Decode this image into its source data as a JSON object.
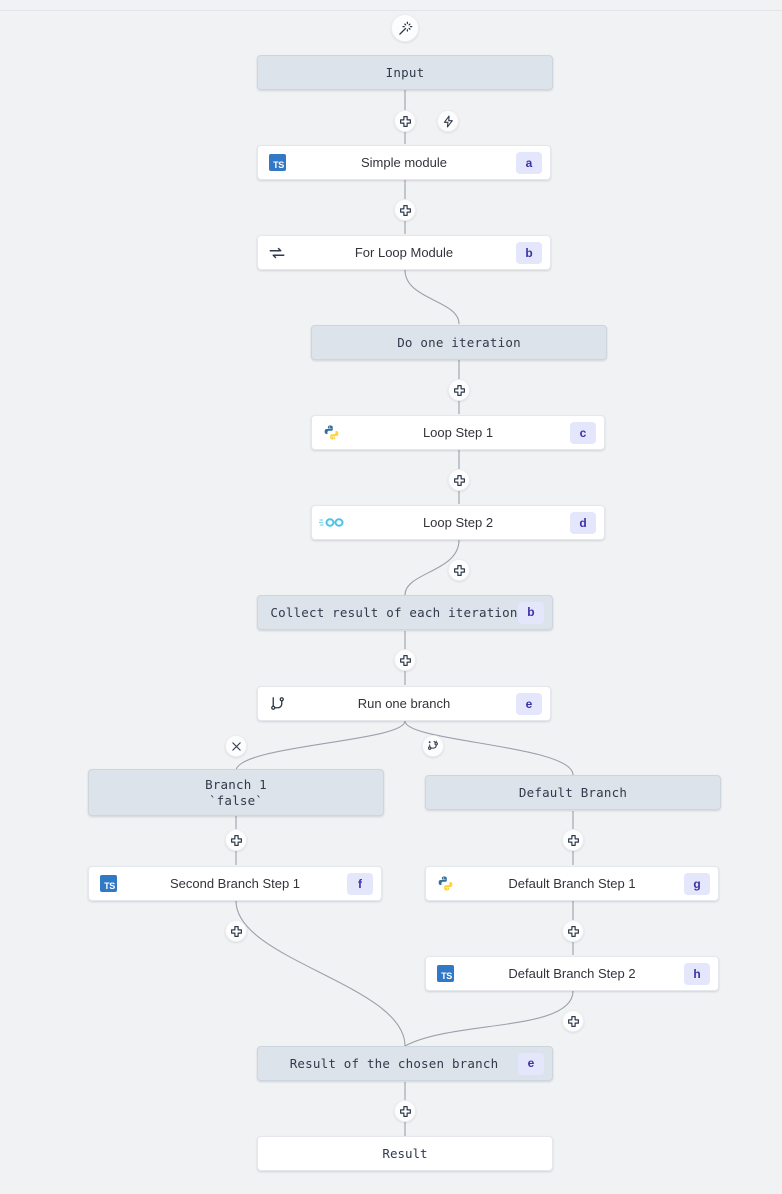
{
  "graph": {
    "title": "Workflow flow graph",
    "colors": {
      "canvas_bg": "#f1f2f4",
      "virtual_node_bg": "#dde3ea",
      "virtual_node_border": "#cdd5df",
      "module_node_bg": "#ffffff",
      "module_node_border": "#e4e7ec",
      "badge_bg": "#e4e6fc",
      "badge_text": "#3b32a8",
      "edge_stroke": "#9aa1ab",
      "typescript_blue": "#3178c6",
      "python_blue": "#366f9e",
      "python_yellow": "#ffd43b",
      "go_cyan": "#4dc3e8"
    },
    "nodes": [
      {
        "id": "input",
        "kind": "virtual",
        "label": "Input"
      },
      {
        "id": "simple",
        "kind": "module",
        "label": "Simple module",
        "lang": "typescript",
        "badge": "a"
      },
      {
        "id": "forloop",
        "kind": "module",
        "label": "For Loop Module",
        "lang": "loop",
        "badge": "b"
      },
      {
        "id": "doiter",
        "kind": "virtual",
        "label": "Do one iteration"
      },
      {
        "id": "loopstep1",
        "kind": "module",
        "label": "Loop Step 1",
        "lang": "python",
        "badge": "c"
      },
      {
        "id": "loopstep2",
        "kind": "module",
        "label": "Loop Step 2",
        "lang": "go",
        "badge": "d"
      },
      {
        "id": "collect",
        "kind": "virtual",
        "label": "Collect result of each iteration",
        "badge": "b"
      },
      {
        "id": "runbranch",
        "kind": "module",
        "label": "Run one branch",
        "lang": "branch",
        "badge": "e"
      },
      {
        "id": "branch1",
        "kind": "virtual",
        "label": "Branch 1\n`false`"
      },
      {
        "id": "defbranch",
        "kind": "virtual",
        "label": "Default Branch"
      },
      {
        "id": "secondstep1",
        "kind": "module",
        "label": "Second Branch Step 1",
        "lang": "typescript",
        "badge": "f"
      },
      {
        "id": "defstep1",
        "kind": "module",
        "label": "Default Branch Step 1",
        "lang": "python",
        "badge": "g"
      },
      {
        "id": "defstep2",
        "kind": "module",
        "label": "Default Branch Step 2",
        "lang": "typescript",
        "badge": "h"
      },
      {
        "id": "chosen",
        "kind": "virtual",
        "label": "Result of the chosen branch",
        "badge": "e"
      },
      {
        "id": "result",
        "kind": "plain",
        "label": "Result"
      }
    ],
    "buttons": [
      {
        "id": "ai-wand",
        "icon": "magic-wand-icon"
      },
      {
        "id": "add-after-input",
        "icon": "plus-icon"
      },
      {
        "id": "trigger-bolt",
        "icon": "lightning-bolt-icon"
      },
      {
        "id": "add-after-simple",
        "icon": "plus-icon"
      },
      {
        "id": "add-in-loop-top",
        "icon": "plus-icon"
      },
      {
        "id": "add-after-loopstep1",
        "icon": "plus-icon"
      },
      {
        "id": "add-after-loopstep2",
        "icon": "plus-icon"
      },
      {
        "id": "add-after-collect",
        "icon": "plus-icon"
      },
      {
        "id": "remove-branch",
        "icon": "close-icon"
      },
      {
        "id": "add-branch",
        "icon": "git-branch-plus-icon"
      },
      {
        "id": "add-in-branch1",
        "icon": "plus-icon"
      },
      {
        "id": "add-in-defbranch",
        "icon": "plus-icon"
      },
      {
        "id": "add-after-secondstep1",
        "icon": "plus-icon"
      },
      {
        "id": "add-after-defstep1",
        "icon": "plus-icon"
      },
      {
        "id": "add-after-defstep2",
        "icon": "plus-icon"
      },
      {
        "id": "add-after-chosen",
        "icon": "plus-icon"
      }
    ]
  }
}
